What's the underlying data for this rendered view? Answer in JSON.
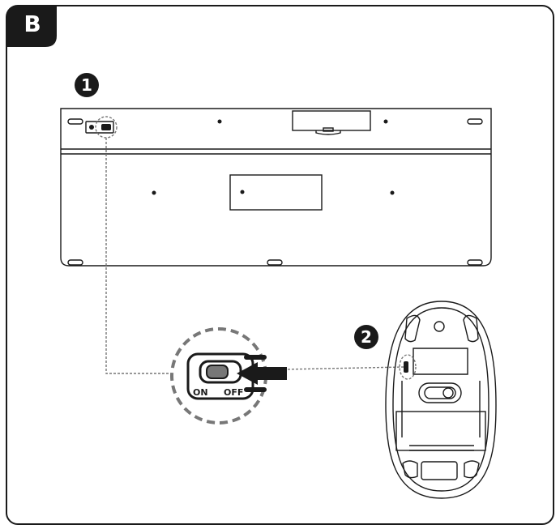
{
  "section": {
    "letter": "B"
  },
  "steps": [
    {
      "number": "1",
      "target": "keyboard"
    },
    {
      "number": "2",
      "target": "mouse"
    }
  ],
  "switch": {
    "on_label": "ON",
    "off_label": "OFF"
  },
  "colors": {
    "ink": "#1a1a1a",
    "badge": "#1a1a1a",
    "dash": "#777777",
    "panel": "#ffffff"
  },
  "icons": [
    "keyboard-underside",
    "mouse-underside",
    "power-switch",
    "arrow-icon"
  ]
}
